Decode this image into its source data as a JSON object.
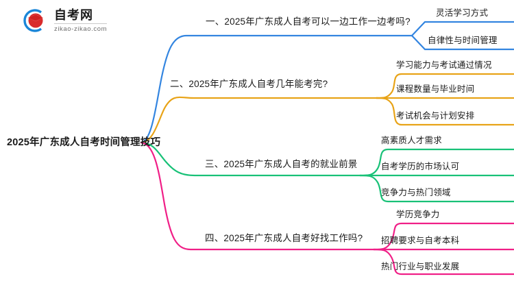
{
  "logo": {
    "name": "自考网",
    "url": "zikao-zikao.com",
    "mark": "graduation-cap-logo-icon",
    "arc_color": "#1a86d8",
    "cap_color": "#d92b2b"
  },
  "mindmap": {
    "root": {
      "label": "2025年广东成人自考时间管理技巧"
    },
    "branches": [
      {
        "label": "一、2025年广东成人自考可以一边工作一边考吗?",
        "color": "#3385e0",
        "children": [
          {
            "label": "灵活学习方式"
          },
          {
            "label": "自律性与时间管理"
          }
        ]
      },
      {
        "label": "二、2025年广东成人自考几年能考完?",
        "color": "#e8a317",
        "children": [
          {
            "label": "学习能力与考试通过情况"
          },
          {
            "label": "课程数量与毕业时间"
          },
          {
            "label": "考试机会与计划安排"
          }
        ]
      },
      {
        "label": "三、2025年广东成人自考的就业前景",
        "color": "#18c177",
        "children": [
          {
            "label": "高素质人才需求"
          },
          {
            "label": "自考学历的市场认可"
          },
          {
            "label": "竞争力与热门领域"
          }
        ]
      },
      {
        "label": "四、2025年广东成人自考好找工作吗?",
        "color": "#f01f87",
        "children": [
          {
            "label": "学历竞争力"
          },
          {
            "label": "招聘要求与自考本科"
          },
          {
            "label": "热门行业与职业发展"
          }
        ]
      }
    ]
  }
}
